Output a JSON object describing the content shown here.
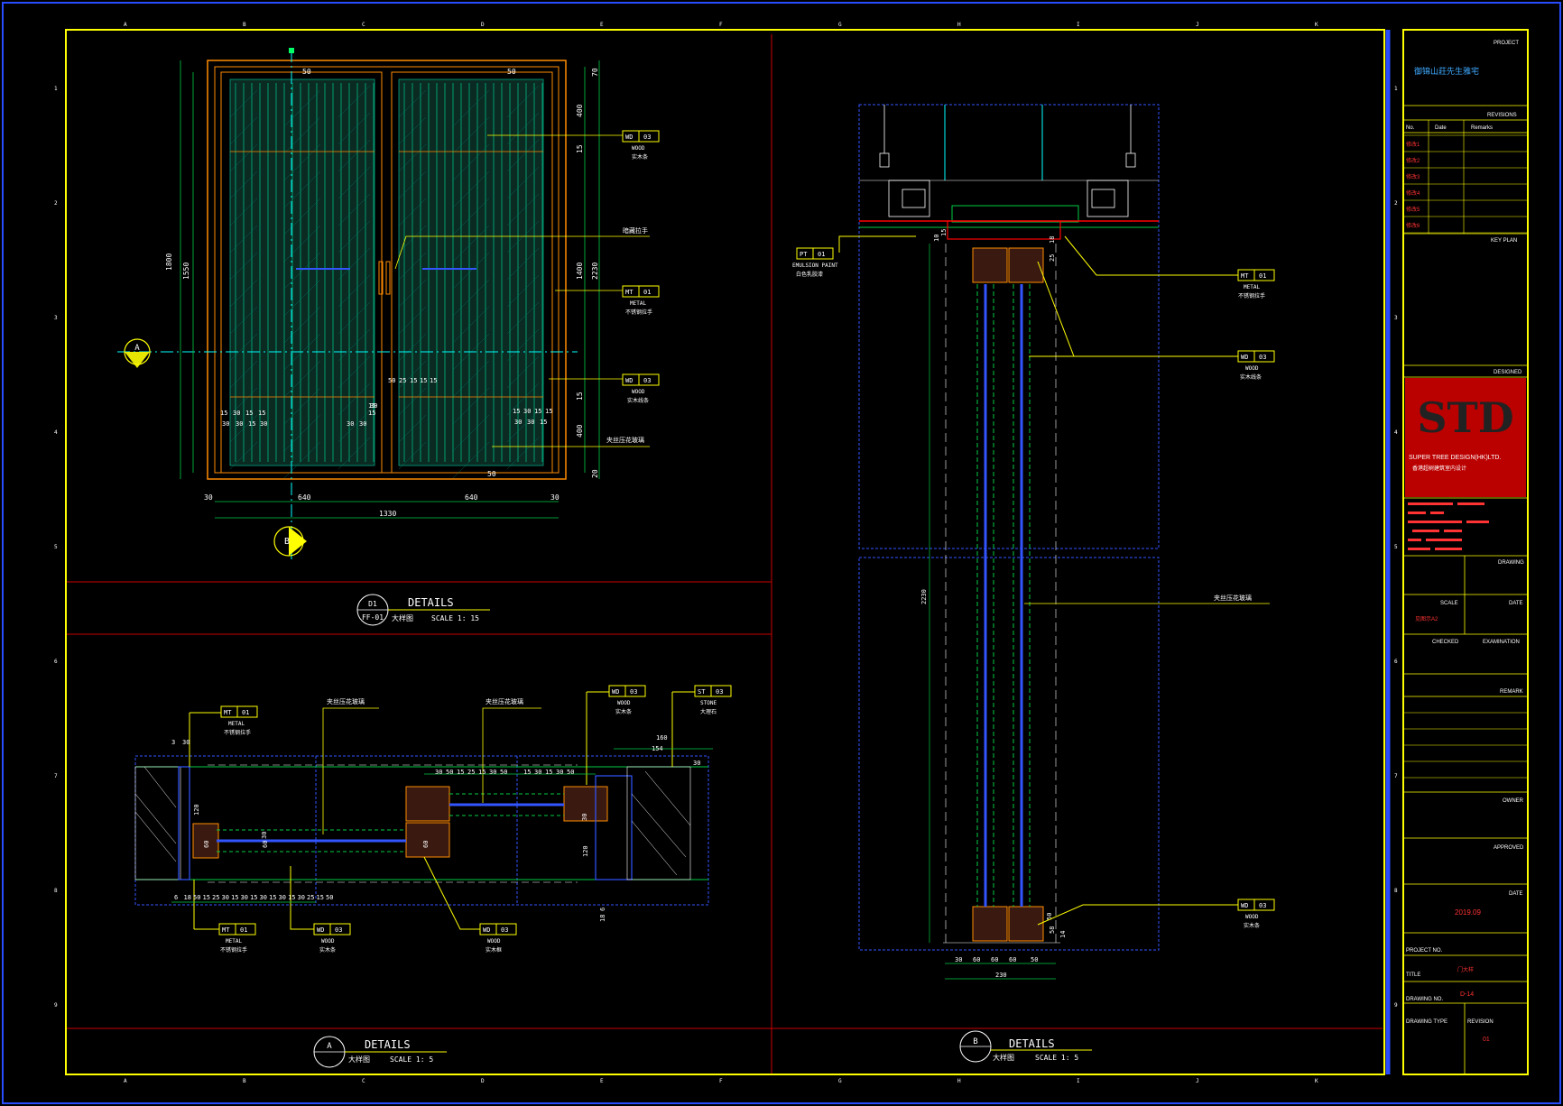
{
  "sheet": {
    "grid_columns": [
      "A",
      "B",
      "C",
      "D",
      "E",
      "F",
      "G",
      "H",
      "I",
      "J",
      "K"
    ],
    "grid_rows": [
      "1",
      "2",
      "3",
      "4",
      "5",
      "6",
      "7",
      "8",
      "9"
    ]
  },
  "elevation": {
    "dims_right": [
      "70",
      "400",
      "15",
      "1400",
      "15",
      "400",
      "20",
      "2230"
    ],
    "dims_left": [
      "1800",
      "1550"
    ],
    "dims_bottom": [
      "30",
      "640",
      "640",
      "30",
      "1330"
    ],
    "dims_top": [
      "50",
      "50",
      "50"
    ],
    "inner_dims": [
      "15",
      "30",
      "15",
      "15",
      "30",
      "30",
      "15",
      "30",
      "15",
      "15",
      "30",
      "30",
      "50",
      "25",
      "15",
      "15",
      "15",
      "30"
    ],
    "section_a_label": "A",
    "section_b_label": "B",
    "tags": [
      {
        "code": "WD",
        "num": "03",
        "material": "WOOD",
        "cn": "实木条"
      },
      {
        "code": "MT",
        "num": "01",
        "material": "METAL",
        "cn": "不锈钢拉手"
      },
      {
        "code": "WD",
        "num": "03",
        "material": "WOOD",
        "cn": "实木线条"
      }
    ],
    "callout_handle": "暗藏拉手",
    "callout_glass": "夹丝压花玻璃"
  },
  "title_d1": {
    "circle_top": "D1",
    "circle_bottom": "FF-01",
    "heading": "DETAILS",
    "cn": "大样图",
    "scale": "SCALE  1:  15"
  },
  "plan_section": {
    "tags": [
      {
        "code": "MT",
        "num": "01",
        "material": "METAL",
        "cn": "不锈钢拉手"
      },
      {
        "code": "WD",
        "num": "03",
        "material": "WOOD",
        "cn": "实木条"
      },
      {
        "code": "ST",
        "num": "03",
        "material": "STONE",
        "cn": "大理石"
      },
      {
        "code": "MT",
        "num": "01",
        "material": "METAL",
        "cn": "不锈钢拉手"
      },
      {
        "code": "WD",
        "num": "03",
        "material": "WOOD",
        "cn": "实木条"
      },
      {
        "code": "WD",
        "num": "03",
        "material": "WOOD",
        "cn": "实木框"
      }
    ],
    "callout_1": "夹丝压花玻璃",
    "callout_2": "夹丝压花玻璃",
    "dims_bottom": [
      "6",
      "18",
      "50",
      "15",
      "25",
      "30",
      "15",
      "30",
      "15",
      "30",
      "15",
      "30",
      "15",
      "30",
      "25",
      "15",
      "50"
    ],
    "dims_top": [
      "3",
      "30",
      "30",
      "50",
      "15",
      "25",
      "15",
      "30",
      "50",
      "15",
      "30",
      "15",
      "30",
      "50",
      "160",
      "154",
      "30"
    ],
    "dims_side": [
      "120",
      "60",
      "30",
      "60",
      "60",
      "120",
      "30",
      "6",
      "18"
    ]
  },
  "title_a": {
    "circle": "A",
    "heading": "DETAILS",
    "cn": "大样图",
    "scale": "SCALE  1:  5"
  },
  "vertical_section": {
    "tags": [
      {
        "code": "PT",
        "num": "01",
        "material": "EMULSION PAINT",
        "cn": "白色乳胶漆"
      },
      {
        "code": "MT",
        "num": "01",
        "material": "METAL",
        "cn": "不锈钢拉手"
      },
      {
        "code": "WD",
        "num": "03",
        "material": "WOOD",
        "cn": "实木线条"
      },
      {
        "code": "WD",
        "num": "03",
        "material": "WOOD",
        "cn": "实木条"
      }
    ],
    "callout_glass": "夹丝压花玻璃",
    "dims_bottom": [
      "30",
      "60",
      "60",
      "60",
      "50",
      "230"
    ],
    "dim_height": "2230",
    "dims_side": [
      "10",
      "15",
      "18",
      "25",
      "50",
      "58",
      "14"
    ]
  },
  "title_b": {
    "circle": "B",
    "heading": "DETAILS",
    "cn": "大样图",
    "scale": "SCALE  1:  5"
  },
  "title_block": {
    "project_label": "PROJECT",
    "project_name": "御锦山莊先生雅宅",
    "revisions_label": "REVISIONS",
    "rev_headers": [
      "No.",
      "Date",
      "Remarks"
    ],
    "rev_rows": [
      "修改1",
      "修改2",
      "修改3",
      "修改4",
      "修改5",
      "修改6"
    ],
    "keyplan_label": "KEY PLAN",
    "designed_label": "DESIGNED",
    "logo": "STD",
    "company_en": "SUPER TREE DESIGN(HK)LTD.",
    "company_cn": "香港超树建筑室内设计",
    "drawing_label": "DRAWING",
    "scale_label": "SCALE",
    "date_label": "DATE",
    "scale_value": "见图示A2",
    "checked_label": "CHECKED",
    "examination_label": "EXAMINATION",
    "remark_label": "REMARK",
    "owner_label": "OWNER",
    "approved_label": "APPROVED",
    "date2_label": "DATE",
    "date_value": "2019.09",
    "project_no_label": "PROJECT NO.",
    "title_label": "TITLE",
    "title_value": "门大样",
    "drawing_no_label": "DRAWING NO.",
    "drawing_no_value": "D-14",
    "drawing_type_label": "DRAWING TYPE",
    "revision_label": "REVISION",
    "revision_value": "01"
  },
  "colors": {
    "frame": "#ffff00",
    "red": "#ff0000",
    "blue": "#3355ff",
    "cyan": "#00ffff",
    "orange": "#ff8c00",
    "green": "#00cc44",
    "logo_bg": "#bb0000"
  }
}
